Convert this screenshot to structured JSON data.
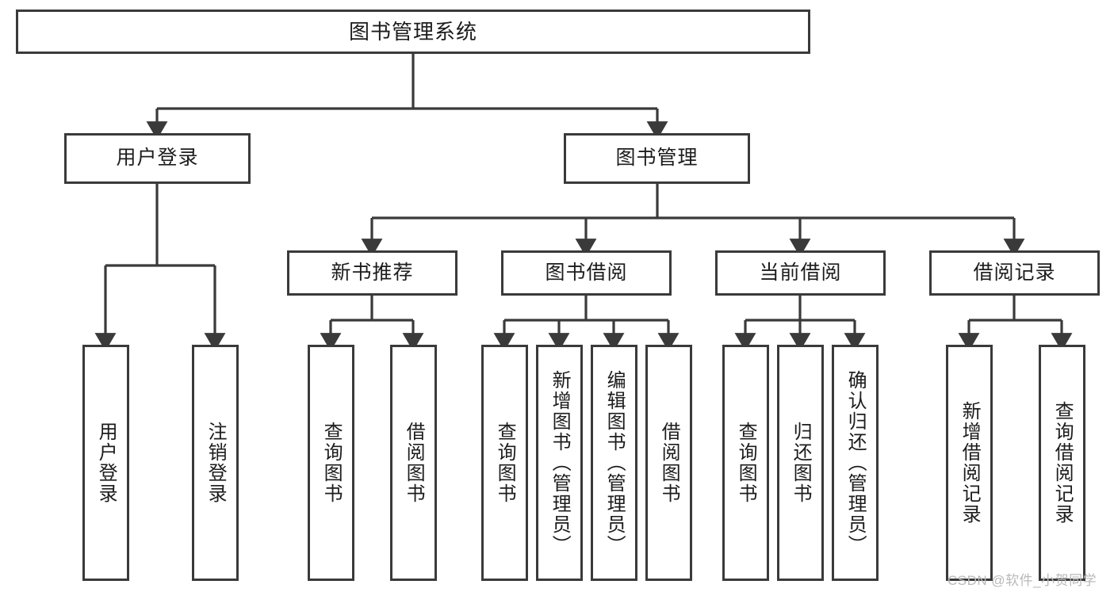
{
  "diagram": {
    "type": "tree-hierarchy-chart",
    "title": "图书管理系统",
    "watermark": "CSDN @软件_小贺同学",
    "colors": {
      "box_border": "#3a3a3a",
      "box_fill": "#ffffff",
      "connector": "#3a3a3a",
      "text": "#1c1c1c",
      "watermark": "#b9b9b9",
      "background": "#ffffff"
    },
    "nodes": {
      "root": {
        "label": "图书管理系统"
      },
      "level2": [
        {
          "id": "user-login",
          "label": "用户登录"
        },
        {
          "id": "book-management",
          "label": "图书管理"
        }
      ],
      "level3": [
        {
          "id": "new-book-recommend",
          "label": "新书推荐"
        },
        {
          "id": "book-borrow",
          "label": "图书借阅"
        },
        {
          "id": "current-borrow",
          "label": "当前借阅"
        },
        {
          "id": "borrow-record",
          "label": "借阅记录"
        }
      ],
      "leaves": {
        "user-login": [
          {
            "id": "leaf-user-login",
            "label": "用户登录"
          },
          {
            "id": "leaf-logout-login",
            "label": "注销登录"
          }
        ],
        "new-book-recommend": [
          {
            "id": "leaf-query-book-1",
            "label": "查询图书"
          },
          {
            "id": "leaf-borrow-book-1",
            "label": "借阅图书"
          }
        ],
        "book-borrow": [
          {
            "id": "leaf-query-book-2",
            "label": "查询图书"
          },
          {
            "id": "leaf-add-book-admin",
            "label": "新增图书（管理员）"
          },
          {
            "id": "leaf-edit-book-admin",
            "label": "编辑图书（管理员）"
          },
          {
            "id": "leaf-borrow-book-2",
            "label": "借阅图书"
          }
        ],
        "current-borrow": [
          {
            "id": "leaf-query-book-3",
            "label": "查询图书"
          },
          {
            "id": "leaf-return-book",
            "label": "归还图书"
          },
          {
            "id": "leaf-confirm-return-admin",
            "label": "确认归还（管理员）"
          }
        ],
        "borrow-record": [
          {
            "id": "leaf-add-borrow-record",
            "label": "新增借阅记录"
          },
          {
            "id": "leaf-query-borrow-record",
            "label": "查询借阅记录"
          }
        ]
      }
    }
  }
}
